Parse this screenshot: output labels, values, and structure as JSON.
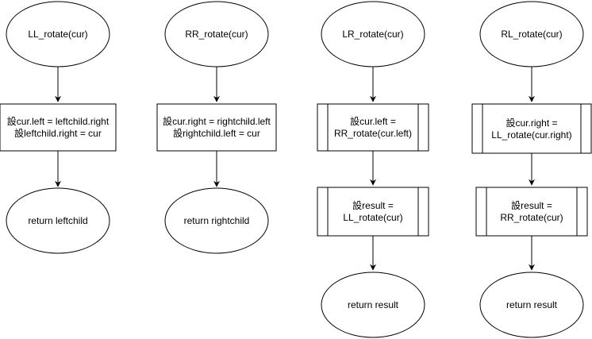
{
  "diagram": {
    "colors": {
      "stroke": "#000000",
      "fill": "#ffffff",
      "text": "#000000"
    },
    "columns": [
      {
        "start": "LL_rotate(cur)",
        "process_box": [
          "設cur.left = leftchild.right",
          "設leftchild.right = cur"
        ],
        "end": "return leftchild"
      },
      {
        "start": "RR_rotate(cur)",
        "process_box": [
          "設cur.right = rightchild.left",
          "設rightchild.left = cur"
        ],
        "end": "return rightchild"
      },
      {
        "start": "LR_rotate(cur)",
        "subprocess_1": [
          "設cur.left =",
          "RR_rotate(cur.left)"
        ],
        "subprocess_2": [
          "設result =",
          "LL_rotate(cur)"
        ],
        "end": "return result"
      },
      {
        "start": "RL_rotate(cur)",
        "subprocess_1": [
          "設cur.right =",
          "LL_rotate(cur.right)"
        ],
        "subprocess_2": [
          "設result =",
          "RR_rotate(cur)"
        ],
        "end": "return result"
      }
    ]
  }
}
